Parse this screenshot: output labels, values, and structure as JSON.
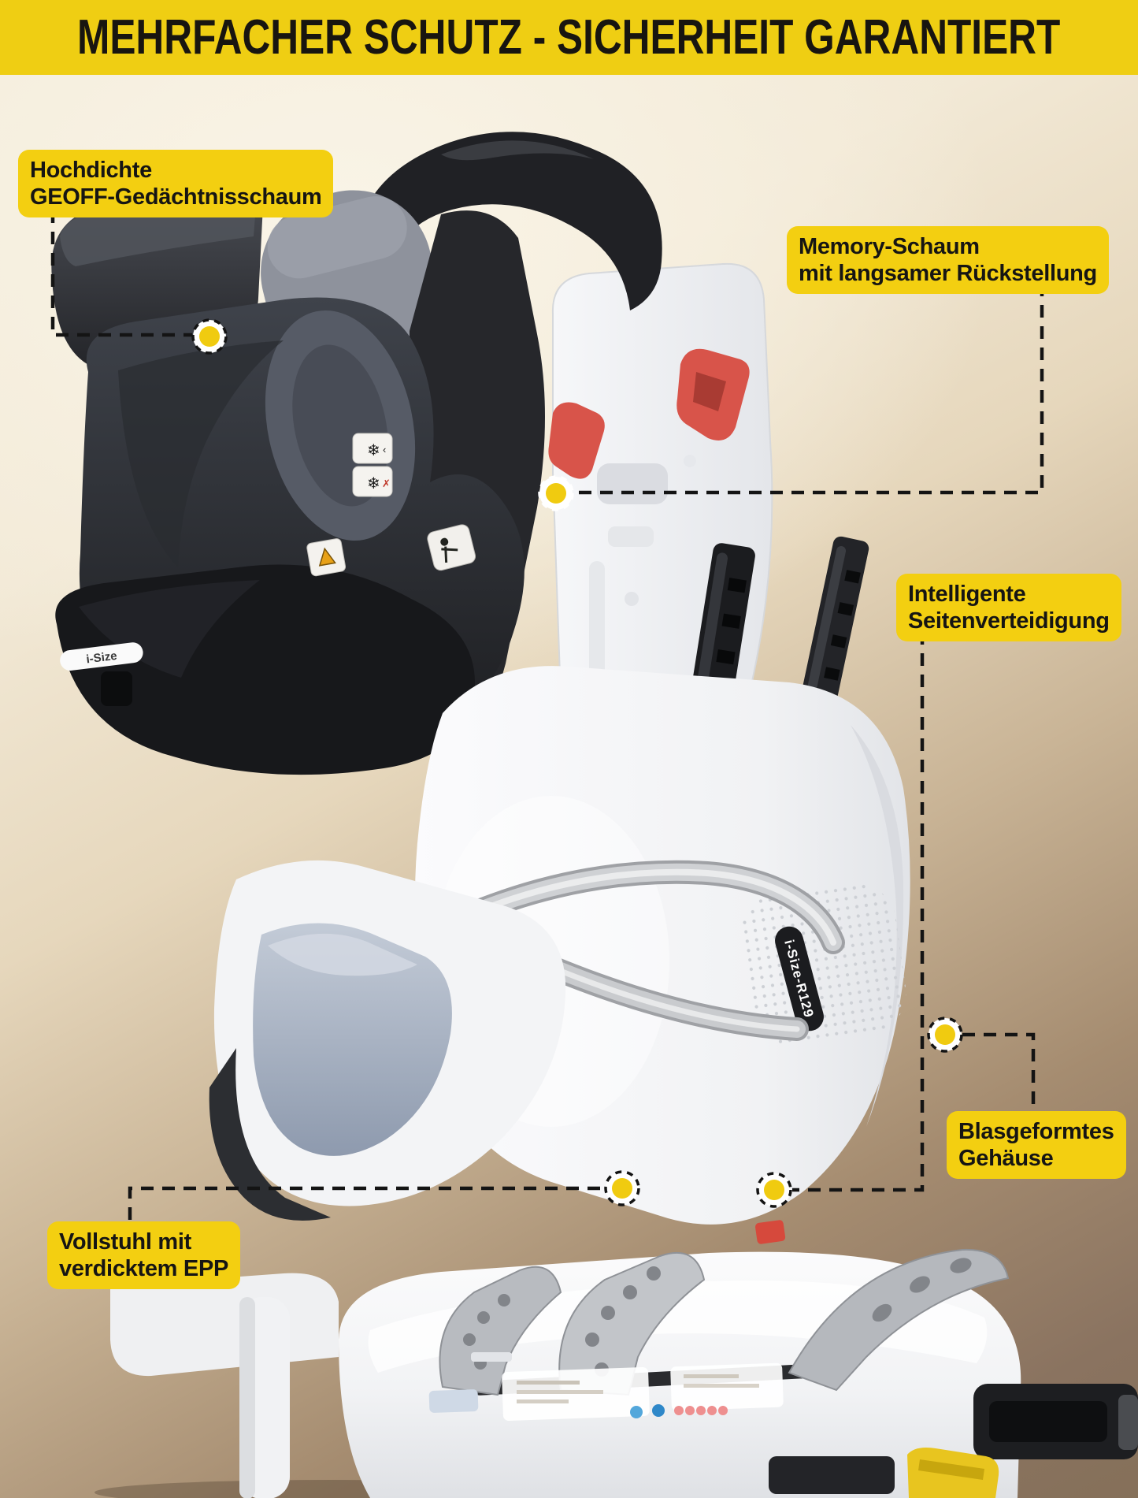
{
  "banner": {
    "title": "MEHRFACHER SCHUTZ - SICHERHEIT GARANTIERT"
  },
  "callouts": [
    {
      "name": "high-density-memory-foam",
      "lines": [
        "Hochdichte",
        "GEOFF-Gedächtnisschaum"
      ]
    },
    {
      "name": "memory-foam-slow-rebound",
      "lines": [
        "Memory-Schaum",
        "mit langsamer Rückstellung"
      ]
    },
    {
      "name": "intelligent-side-defense",
      "lines": [
        "Intelligente",
        "Seitenverteidigung"
      ]
    },
    {
      "name": "blow-molded-housing",
      "lines": [
        "Blasgeformtes",
        "Gehäuse"
      ]
    },
    {
      "name": "full-chair-thickened-epp",
      "lines": [
        "Vollstuhl mit",
        "verdicktem EPP"
      ]
    }
  ],
  "product_marks": {
    "side_badge": "i-Size-R129",
    "fabric_strip": "i-Size"
  },
  "colors": {
    "banner_bg": "#EFCE13",
    "callout_bg": "#F3CF11",
    "marker_dot": "#F0CB10",
    "connector_line": "#141414",
    "background_top": "#F6F0E1",
    "background_bottom": "#857059"
  }
}
